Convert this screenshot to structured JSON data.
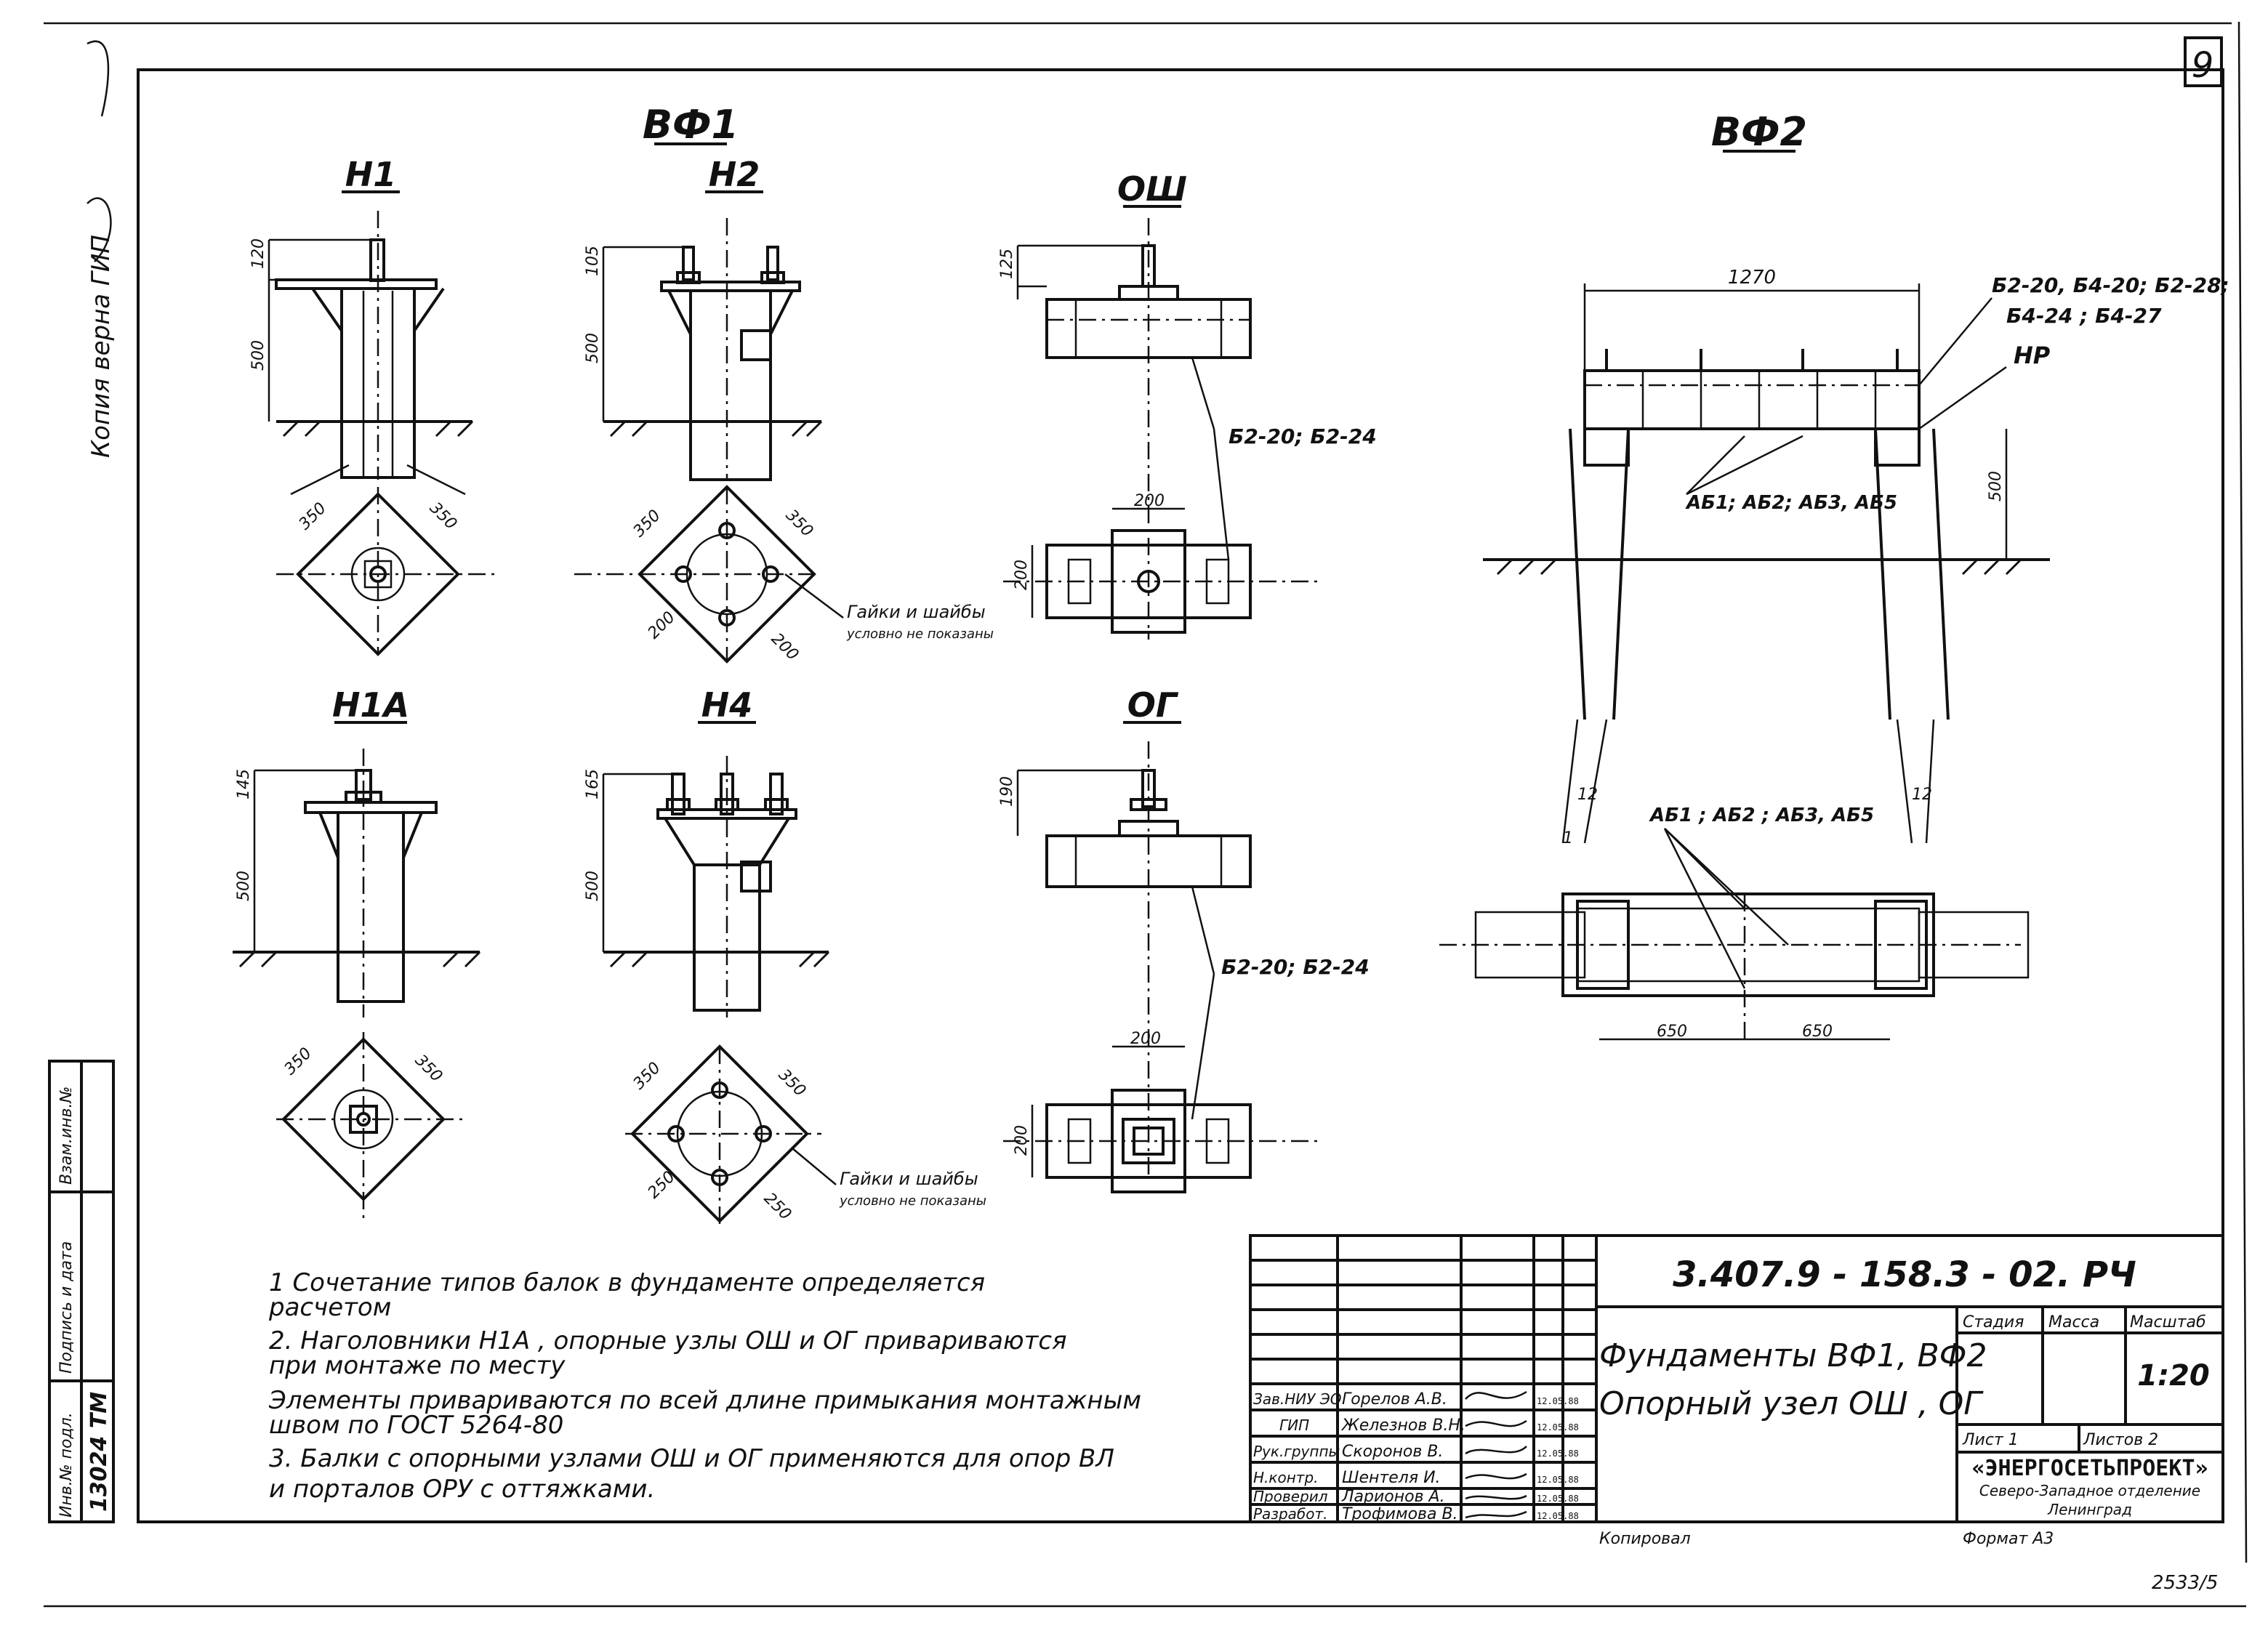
{
  "margin": {
    "vertical_copy": "Копия верна ГИП",
    "inv_no_header": "Инв.№ подл.",
    "sign_date_header": "Подпись и дата",
    "replace_header": "Взам.инв.№",
    "inv_no_value": "13024 ТМ",
    "sheet_no": "9",
    "corner_stamp": "2533/5"
  },
  "variants": {
    "vf1": "ВФ1",
    "vf2": "ВФ2"
  },
  "views": {
    "h1": "Н1",
    "h2": "Н2",
    "osh": "ОШ",
    "h1a": "Н1А",
    "h4": "Н4",
    "og": "ОГ"
  },
  "dims": {
    "d120": "120",
    "d105": "105",
    "d125": "125",
    "d145": "145",
    "d165": "165",
    "d190": "190",
    "d500": "500",
    "d350": "350",
    "d200": "200",
    "d250": "250",
    "d1270": "1270",
    "d650": "650",
    "d12": "12",
    "d1": "1"
  },
  "labels": {
    "beams_top": "Б2-20; Б2-24",
    "beams_bottom": "Б2-20; Б2-24",
    "nuts_note": "Гайки и шайбы",
    "nuts_note2": "условно не показаны",
    "vf2_beams_line1": "Б2-20, Б4-20; Б2-28;",
    "vf2_beams_line2": "Б4-24 ; Б4-27",
    "vf2_hp": "НР",
    "vf2_anchor_top": "АБ1; АБ2; АБ3, АБ5",
    "vf2_anchor_bottom": "АБ1 ; АБ2 ; АБ3, АБ5"
  },
  "notes": [
    "1 Сочетание    типов    балок    в фундаменте    определяется",
    "   расчетом",
    "2. Наголовники  Н1А , опорные  узлы  ОШ  и  ОГ   привариваются",
    "   при  монтаже   по  месту",
    "   Элементы  привариваются   по  всей  длине   примыкания  монтажным",
    "   швом   по   ГОСТ 5264-80",
    "3. Балки   с  опорными   узлами ОШ и ОГ  применяются   для  опор  ВЛ",
    "   и  порталов     ОРУ   с  оттяжками."
  ],
  "title_block": {
    "doc_code": "3.407.9 - 158.3 - 02. РЧ",
    "title_line1": "Фундаменты  ВФ1, ВФ2",
    "title_line2": "Опорный  узел  ОШ , ОГ",
    "stage_header": "Стадия",
    "mass_header": "Масса",
    "scale_header": "Масштаб",
    "scale_value": "1:20",
    "sheet": "Лист 1",
    "sheets": "Листов 2",
    "org_name": "«ЭНЕРГОСЕТЬПРОЕКТ»",
    "org_branch": "Северо-Западное отделение",
    "org_city": "Ленинград",
    "copied": "Копировал",
    "format": "Формат А3",
    "staff": [
      {
        "role": "Зав.НИУ ЭО",
        "name": "Горелов А.В.",
        "date": "12.05.88"
      },
      {
        "role": "ГИП",
        "name": "Железнов В.Н.",
        "date": "12.05.88"
      },
      {
        "role": "Рук.группы",
        "name": "Скоронов В.",
        "date": "12.05.88"
      },
      {
        "role": "Н.контр.",
        "name": "Шентеля И.",
        "date": "12.05.88"
      },
      {
        "role": "Проверил",
        "name": "Ларионов А.",
        "date": "12.05.88"
      },
      {
        "role": "Разработ.",
        "name": "Трофимова В.",
        "date": "12.05.88"
      }
    ]
  }
}
